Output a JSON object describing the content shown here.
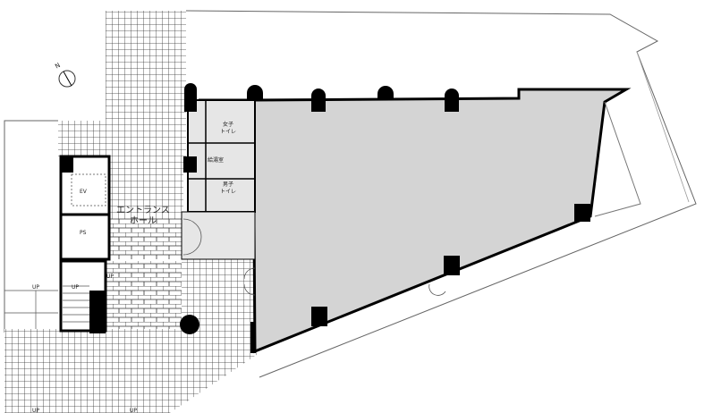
{
  "compass": {
    "label": "N"
  },
  "rooms": {
    "elevator": "EV",
    "pipe_space": "PS",
    "entrance_hall_line1": "エントランス",
    "entrance_hall_line2": "ホール",
    "womens_toilet_line1": "女子",
    "womens_toilet_line2": "トイレ",
    "kitchenette": "給湯室",
    "mens_toilet_line1": "男子",
    "mens_toilet_line2": "トイレ"
  },
  "stairs": {
    "up_labels": [
      "UP",
      "UP",
      "UP",
      "UP",
      "UP"
    ]
  },
  "colors": {
    "floor": "#d4d4d4",
    "wall": "#000000",
    "line": "#555555"
  }
}
